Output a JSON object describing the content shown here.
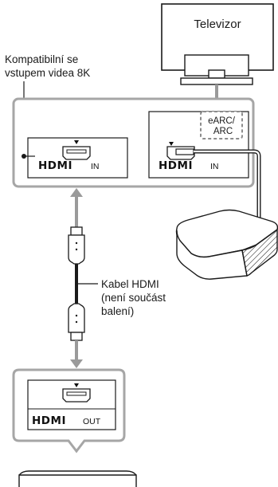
{
  "tv": {
    "label": "Televizor"
  },
  "note_8k": {
    "line1": "Kompatibilní se",
    "line2": "vstupem videa 8K"
  },
  "soundbar_ports": {
    "left": {
      "logo": "HDMI",
      "tag": "IN"
    },
    "right": {
      "logo": "HDMI",
      "tag": "IN",
      "earc_line1": "eARC/",
      "earc_line2": "ARC"
    }
  },
  "cable": {
    "line1": "Kabel HDMI",
    "line2": "(není součást",
    "line3": "balení)"
  },
  "source_port": {
    "logo": "HDMI",
    "tag": "OUT"
  },
  "colors": {
    "stroke": "#1a1a1a",
    "panel_border": "#a6a6a6",
    "arrow": "#9a9a9a",
    "dashed": "#8c8c8c"
  }
}
